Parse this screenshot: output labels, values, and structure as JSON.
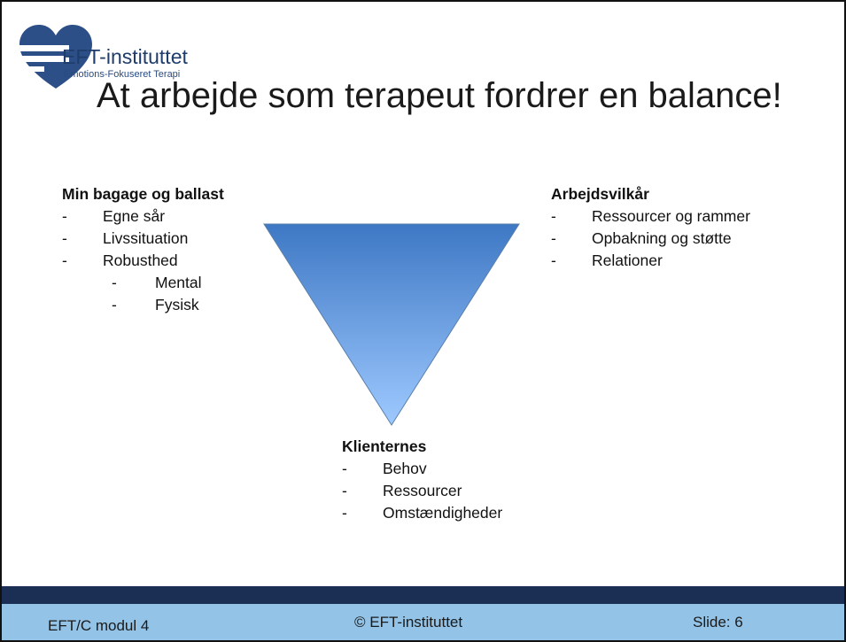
{
  "brand": {
    "name": "EFT-instituttet",
    "subtitle": "Emotions-Fokuseret Terapi"
  },
  "title": "At arbejde som terapeut fordrer en balance!",
  "left_group": {
    "heading": "Min bagage og ballast",
    "items": [
      "Egne sår",
      "Livssituation",
      "Robusthed"
    ],
    "subitems": [
      "Mental",
      "Fysisk"
    ]
  },
  "right_group": {
    "heading": "Arbejdsvilkår",
    "items": [
      "Ressourcer og rammer",
      "Opbakning og støtte",
      "Relationer"
    ]
  },
  "bottom_group": {
    "heading": "Klienternes",
    "items": [
      "Behov",
      "Ressourcer",
      "Omstændigheder"
    ]
  },
  "bullet": "-",
  "colors": {
    "triangle_top": "#3e78c4",
    "triangle_bottom": "#9ec9ff",
    "footer_band": "#1b2f55",
    "footer_bg": "#93c3e6",
    "logo_heart": "#2b4f86"
  },
  "footer": {
    "left": "EFT/C modul 4",
    "center": "© EFT-instituttet",
    "right": "Slide: 6"
  }
}
